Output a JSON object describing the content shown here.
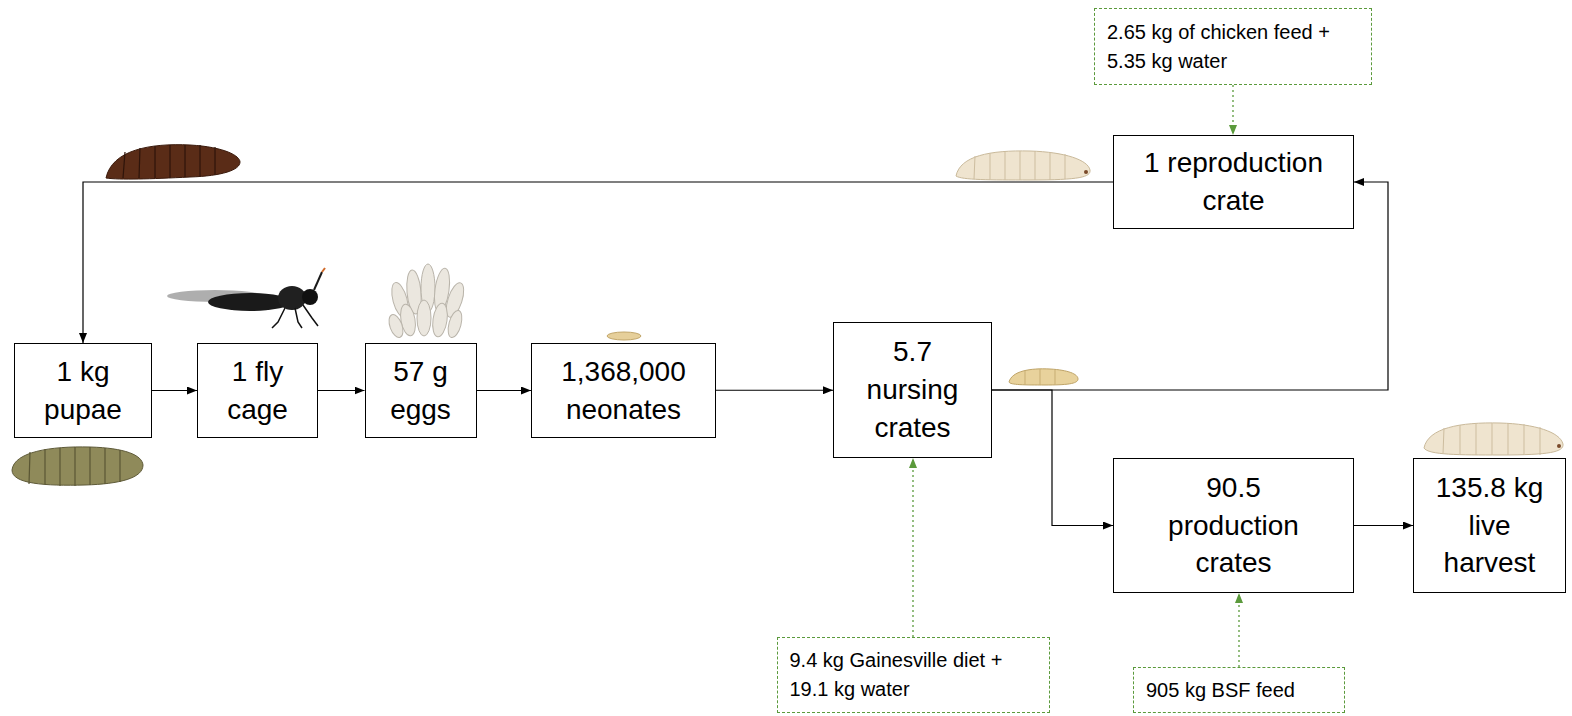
{
  "diagram": {
    "nodes": [
      {
        "text": [
          "2.65 kg of chicken feed + 5.35 kg water"
        ]
      },
      {
        "text": [
          "1 reproduction crate"
        ]
      },
      {
        "text": [
          "1 kg pupae"
        ]
      },
      {
        "text": [
          "1 fly cage"
        ]
      },
      {
        "text": [
          "57 g eggs"
        ]
      },
      {
        "text": [
          "1,368,000 neonates"
        ]
      },
      {
        "text": [
          "5.7 nursing crates"
        ]
      },
      {
        "text": [
          "90.5 production crates"
        ]
      },
      {
        "text": [
          "135.8 kg live harvest"
        ]
      },
      {
        "text": [
          "9.4 kg Gainesville diet + 19.1 kg water"
        ]
      },
      {
        "text": [
          "905 kg BSF feed"
        ]
      }
    ],
    "edges": [
      {
        "from": 1,
        "to": 2,
        "arrow": "to"
      },
      {
        "from": 2,
        "to": 3,
        "arrow": "to"
      },
      {
        "from": 3,
        "to": 4,
        "arrow": "to"
      },
      {
        "from": 4,
        "to": 5,
        "arrow": "to"
      },
      {
        "from": 5,
        "to": 6,
        "arrow": "to"
      },
      {
        "from": 6,
        "to": 1,
        "arrow": "to"
      },
      {
        "from": 6,
        "to": 7,
        "arrow": "to"
      },
      {
        "from": 7,
        "to": 8,
        "arrow": "to"
      },
      {
        "from": 0,
        "to": 1,
        "arrow": "to"
      },
      {
        "from": 9,
        "to": 6,
        "arrow": "to"
      },
      {
        "from": 10,
        "to": 7,
        "arrow": "to"
      }
    ]
  }
}
